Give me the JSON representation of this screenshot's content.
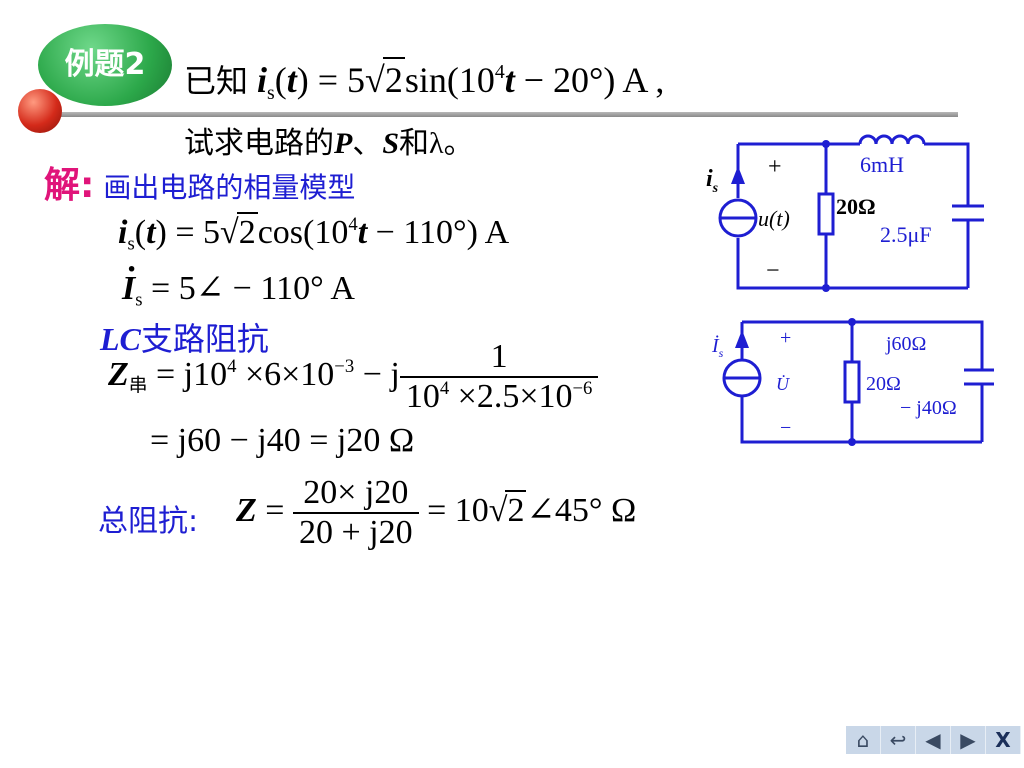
{
  "badge": {
    "label": "例题2"
  },
  "problem": {
    "given_prefix": "已知",
    "ask_prefix": "试求电路的",
    "ask_p": "P",
    "ask_sep": "、",
    "ask_s": "S",
    "ask_and": "和",
    "ask_lambda": "λ",
    "ask_end": "。"
  },
  "solution": {
    "jie": "解:",
    "step1": "画出电路的相量模型",
    "lc_label_it": "LC",
    "lc_label": "支路阻抗",
    "chuan": "串",
    "total_label": "总阻抗:"
  },
  "circuit_top": {
    "source": "is",
    "plus": "+",
    "minus": "−",
    "voltage": "u(t)",
    "resistor": "20Ω",
    "inductor": "6mH",
    "capacitor": "2.5μF"
  },
  "circuit_bottom": {
    "source": "İs",
    "plus": "+",
    "minus": "−",
    "voltage": "U̇",
    "resistor": "20Ω",
    "inductor": "j60Ω",
    "capacitor": "− j40Ω"
  },
  "nav": {
    "home": "⌂",
    "back": "↩",
    "prev": "◀",
    "next": "▶",
    "close": "X"
  },
  "colors": {
    "badge": "#2ca84a",
    "red_ball": "#d42a1a",
    "text_blue": "#1e1ed2",
    "text_magenta": "#e0147a",
    "divider": "#9a9a9a"
  }
}
